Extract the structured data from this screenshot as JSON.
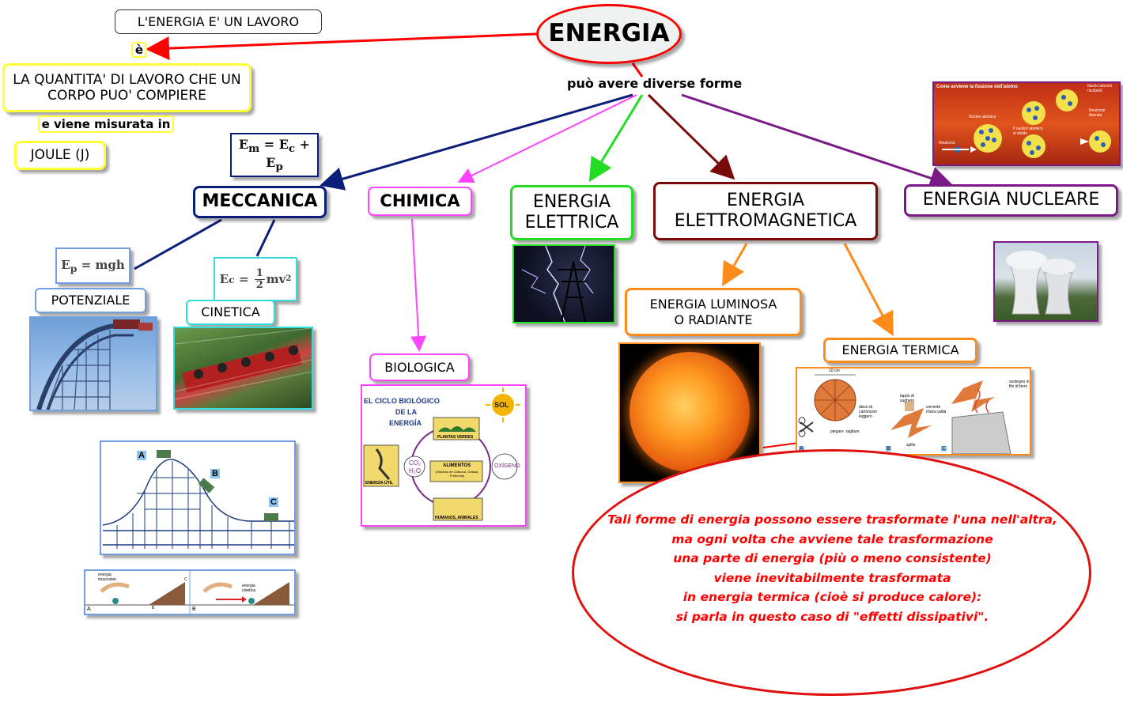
{
  "title": "ENERGIA",
  "definition": {
    "statement": "L'ENERGIA E' UN LAVORO",
    "verb": "è",
    "quantity": "LA QUANTITA' DI LAVORO CHE UN CORPO PUO' COMPIERE",
    "measured_link": "e viene misurata in",
    "unit": "JOULE (J)"
  },
  "forms_link": "può avere diverse forme",
  "forms": {
    "meccanica": {
      "label": "MECCANICA",
      "formula": {
        "a": "E",
        "a_sub": "m",
        "eq": " = ",
        "b": "E",
        "b_sub": "c",
        "plus": " + ",
        "c": "E",
        "c_sub": "p"
      },
      "potenziale": {
        "label": "POTENZIALE",
        "formula": {
          "a": "E",
          "a_sub": "p",
          "rest": " = mgh"
        }
      },
      "cinetica": {
        "label": "CINETICA",
        "formula": {
          "a": "E",
          "a_sub": "c",
          "eq": " = ",
          "num": "1",
          "den": "2",
          "rest": "mv",
          "sup": "2"
        }
      },
      "coaster_diagram_labels": [
        "A",
        "B",
        "C"
      ],
      "ramp_diagram": {
        "left_label": "energia muscolare",
        "right_label": "energia cinetica",
        "panel_a": "A",
        "panel_b": "B",
        "point_b": "B",
        "point_c": "C"
      }
    },
    "chimica": {
      "label": "CHIMICA",
      "biologica": {
        "label": "BIOLOGICA",
        "cycle": {
          "title_line1": "EL CICLO BIOLÓGICO",
          "title_line2": "DE LA",
          "title_line3": "ENERGÍA",
          "sun": "SOL",
          "plants": "PLANTAS VERDES",
          "oxygen": "OXÍGENO",
          "co2_line1": "CO₂",
          "co2_line2": "H₂O",
          "food": "ALIMENTOS",
          "food_detail": "(Hidratos de Carbono, Grasas, Proteínas)",
          "humans": "HUMANOS, ANIMALES",
          "useful": "ENERGÍA ÚTIL"
        }
      }
    },
    "elettrica": {
      "label_line1": "ENERGIA",
      "label_line2": "ELETTRICA"
    },
    "elettromagnetica": {
      "label_line1": "ENERGIA",
      "label_line2": "ELETTROMAGNETICA",
      "luminosa": {
        "label_line1": "ENERGIA LUMINOSA",
        "label_line2": "O RADIANTE"
      },
      "termica": {
        "label": "ENERGIA TERMICA",
        "diagram": {
          "width": "10 cm",
          "disc": "disco di cartoncino leggero",
          "fold": "piegare",
          "cut": "tagliare",
          "cork": "tappo di sughero",
          "pin": "spillo",
          "air": "corrente d'aria calda",
          "support": "sostegno in filo di ferro",
          "panel_a": "A",
          "panel_b": "B",
          "panel_c": "C"
        }
      }
    },
    "nucleare": {
      "label": "ENERGIA NUCLEARE",
      "fission": {
        "title": "Come avviene la fissione dell'atomo",
        "nucleus": "Nucleo atomico",
        "neutron": "Neutrone",
        "divides": "Il nucleo atomico si divide",
        "products": "Nuclei atomici risultanti",
        "freed": "Neutrone liberato"
      }
    }
  },
  "note": [
    "Tali forme di energia possono essere trasformate l'una nell'altra,",
    "ma ogni volta che avviene tale trasformazione",
    "una parte di energia (più o meno consistente)",
    "viene inevitabilmente trasformata",
    "in energia termica (cioè si produce calore):",
    "si parla in questo caso di \"effetti dissipativi\"."
  ],
  "colors": {
    "red": "#ff0000",
    "yellow": "#ffff33",
    "navy": "#0b1f7a",
    "magenta": "#ff44ff",
    "green": "#22dd22",
    "maroon": "#7a0a0a",
    "purple": "#7a1a86",
    "orange": "#ff8c1a",
    "cyan": "#33dddd",
    "lightblue": "#6f9fe0"
  }
}
